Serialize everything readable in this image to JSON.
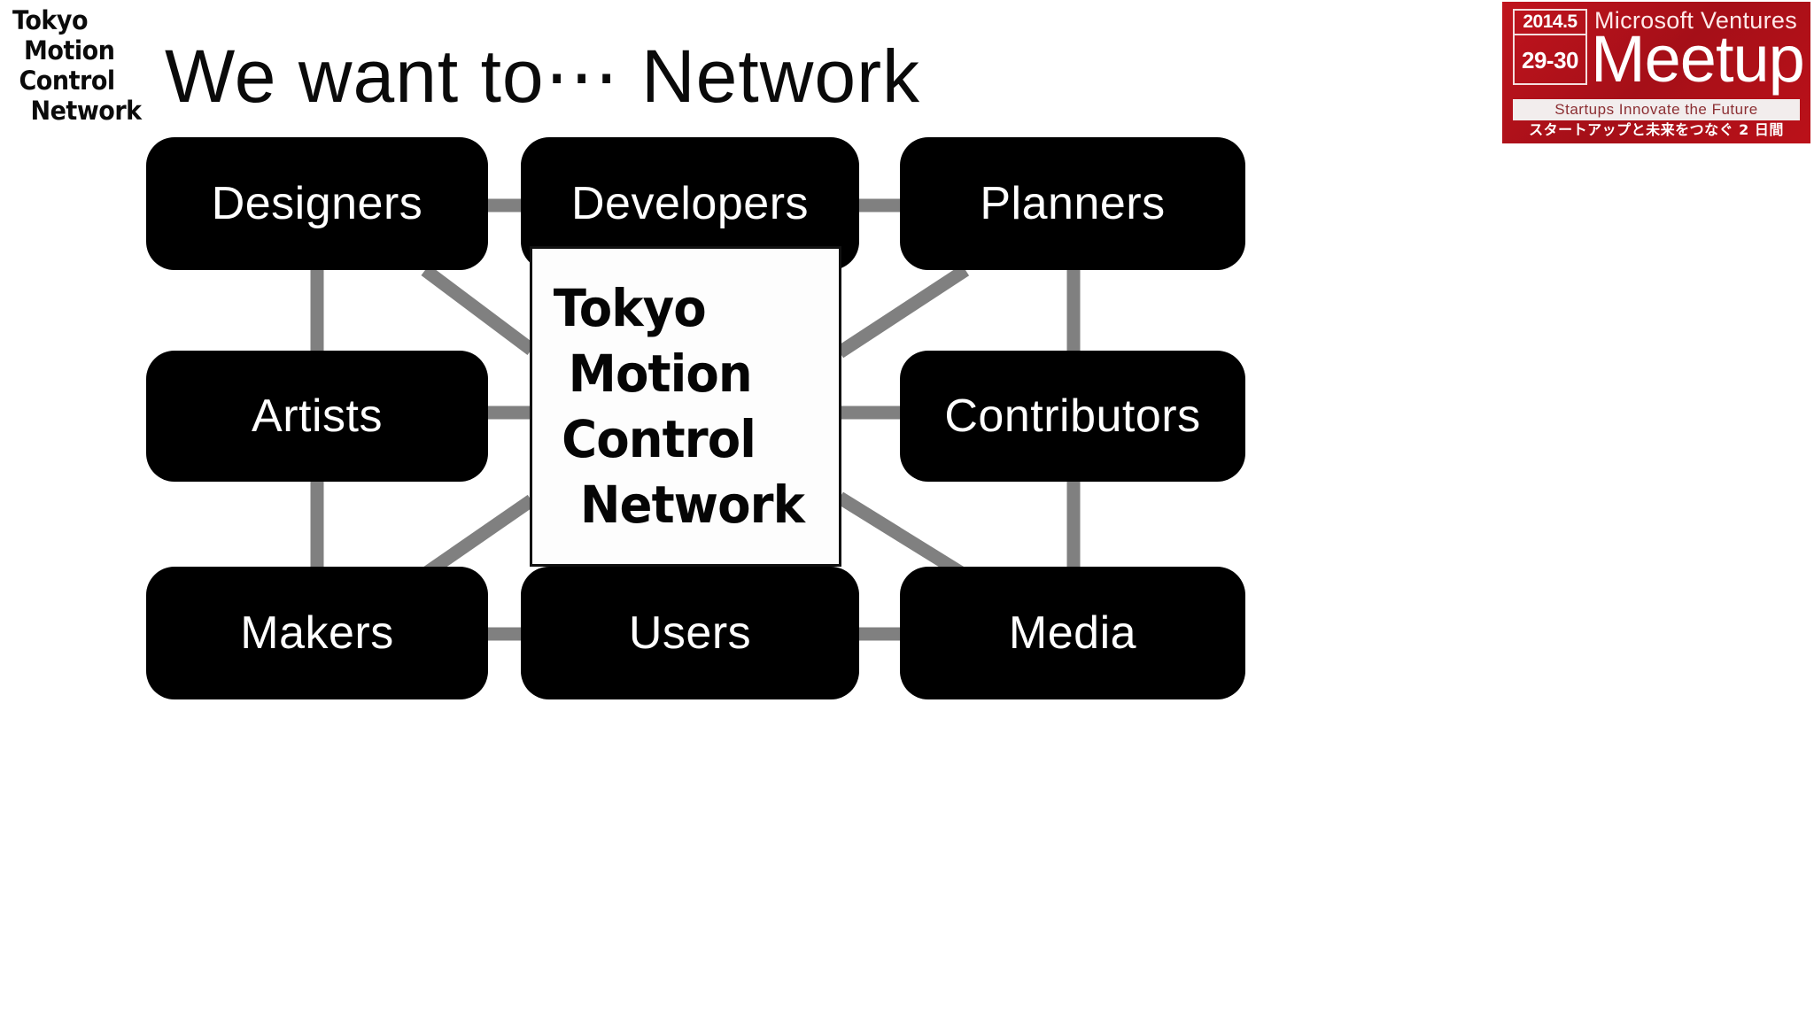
{
  "header": {
    "brand_logo": {
      "line1": "Tokyo",
      "line2": "Motion",
      "line3": "Control",
      "line4": "Network"
    },
    "title": "We want to⋯ Network",
    "badge": {
      "year": "2014.5",
      "days": "29-30",
      "organizer": "Microsoft Ventures",
      "event": "Meetup",
      "tagline": "Startups Innovate the Future",
      "tagline_jp": "スタートアップと未来をつなぐ 2 日間",
      "color": "#b5121b"
    }
  },
  "diagram": {
    "center": {
      "line1": "Tokyo",
      "line2": "Motion",
      "line3": "Control",
      "line4": "Network"
    },
    "nodes": [
      {
        "id": "designers",
        "label": "Designers"
      },
      {
        "id": "developers",
        "label": "Developers"
      },
      {
        "id": "planners",
        "label": "Planners"
      },
      {
        "id": "artists",
        "label": "Artists"
      },
      {
        "id": "contributors",
        "label": "Contributors"
      },
      {
        "id": "makers",
        "label": "Makers"
      },
      {
        "id": "users",
        "label": "Users"
      },
      {
        "id": "media",
        "label": "Media"
      }
    ],
    "edge_color": "#808080",
    "node_color": "#000000",
    "node_text_color": "#ffffff"
  }
}
